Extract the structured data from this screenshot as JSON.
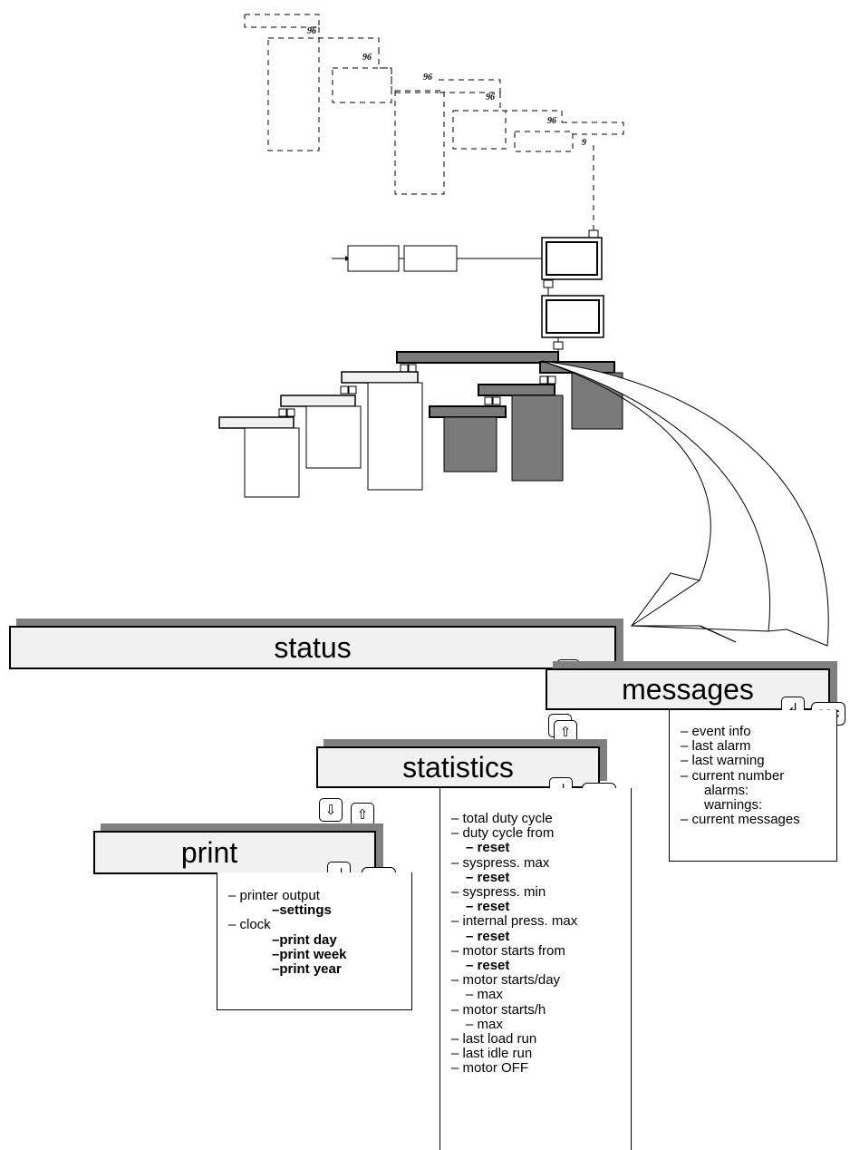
{
  "menus": {
    "status": {
      "label": "status"
    },
    "messages": {
      "label": "messages",
      "items": [
        "– event info",
        "– last alarm",
        "– last warning",
        "– current number",
        "alarms:",
        "warnings:",
        "– current messages"
      ]
    },
    "statistics": {
      "label": "statistics",
      "items": [
        "– total duty cycle",
        "– duty cycle from",
        "– reset",
        "– syspress. max",
        "– reset",
        "– syspress. min",
        "– reset",
        "– internal press. max",
        "– reset",
        "– motor starts from",
        "– reset",
        "– motor starts/day",
        "– max",
        "– motor starts/h",
        "– max",
        "– last load run",
        "– last idle run",
        "– motor OFF"
      ]
    },
    "print": {
      "label": "print",
      "items": [
        "– printer output",
        "–settings",
        "– clock",
        "–print day",
        "–print week",
        "–print year"
      ]
    }
  },
  "keys": {
    "enter_symbol": "↲",
    "esc_label": "esc",
    "down_symbol": "⇩",
    "up_symbol": "⇧"
  },
  "colors": {
    "bar_fill": "#f1f1f1",
    "bar_shadow": "#808080",
    "dark_box": "#7a7a7a"
  }
}
